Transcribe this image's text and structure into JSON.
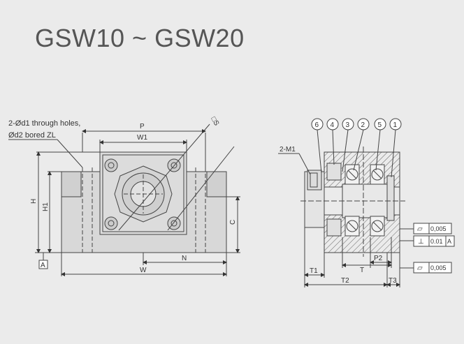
{
  "title": "GSW10 ~ GSW20",
  "front_view": {
    "note_line1": "2-Ød1 through holes,",
    "note_line2": "Ød2 bored ZL",
    "labels": {
      "P": "P",
      "W1": "W1",
      "S": "□S",
      "H": "H",
      "H1": "H1",
      "C": "C",
      "N": "N",
      "W": "W",
      "datum": "A"
    }
  },
  "section_view": {
    "balloons": [
      "6",
      "4",
      "3",
      "2",
      "5",
      "1"
    ],
    "m1_label": "2-M1",
    "dims": {
      "T1": "T1",
      "T2": "T2",
      "T": "T",
      "P2": "P2",
      "T3": "T3"
    },
    "tolerances": [
      {
        "symbol": "▱",
        "value": "0,005"
      },
      {
        "symbol": "⊥",
        "value": "0.01",
        "datum": "A"
      },
      {
        "symbol": "▱",
        "value": "0,005"
      }
    ]
  }
}
